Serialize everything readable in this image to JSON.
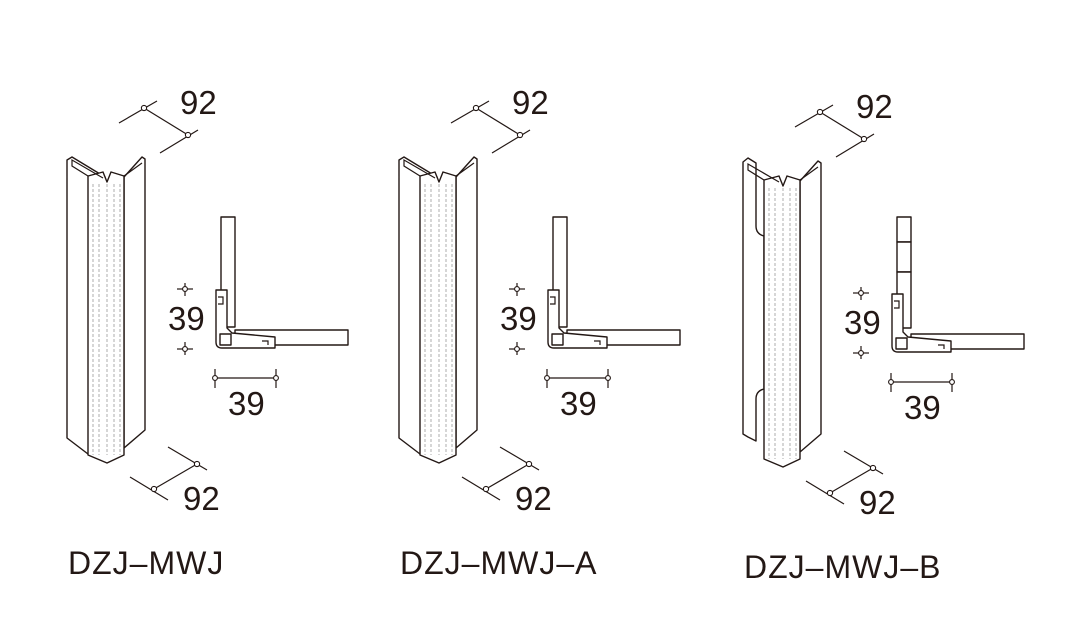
{
  "diagram": {
    "products": [
      {
        "label": "DZJ–MWJ",
        "top_width": "92",
        "bottom_width": "92",
        "profile_height": "39",
        "profile_width": "39",
        "variant": "standard"
      },
      {
        "label": "DZJ–MWJ–A",
        "top_width": "92",
        "bottom_width": "92",
        "profile_height": "39",
        "profile_width": "39",
        "variant": "A"
      },
      {
        "label": "DZJ–MWJ–B",
        "top_width": "92",
        "bottom_width": "92",
        "profile_height": "39",
        "profile_width": "39",
        "variant": "B"
      }
    ],
    "line_color": "#231815"
  }
}
